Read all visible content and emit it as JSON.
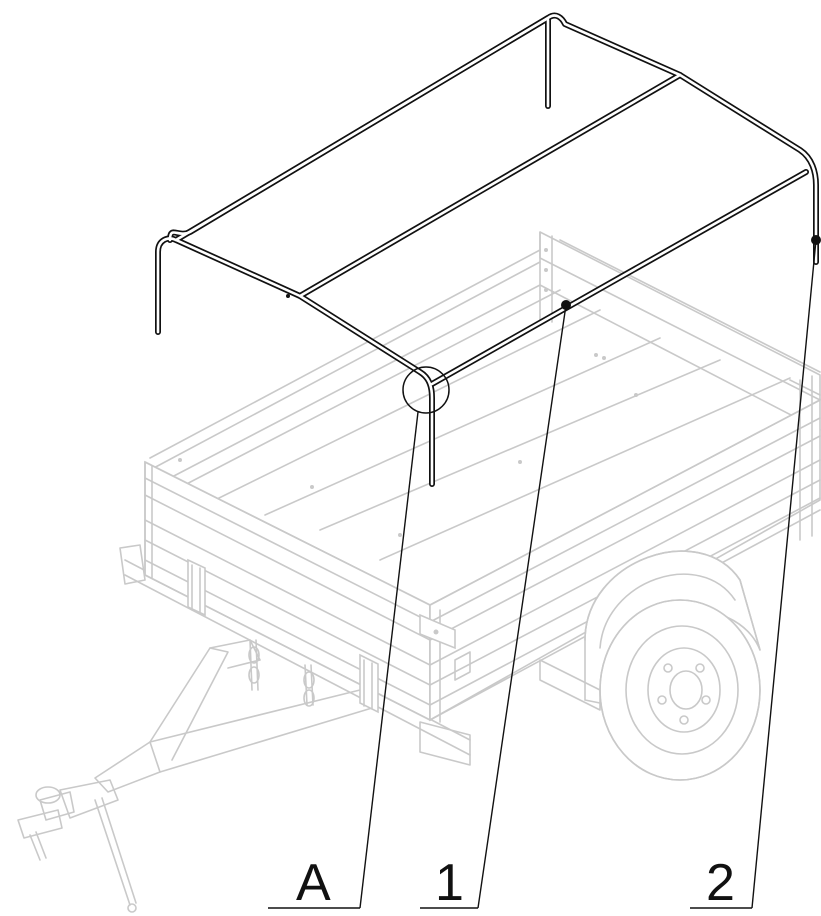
{
  "callouts": {
    "detail": "A",
    "item_1": "1",
    "item_2": "2"
  },
  "colors": {
    "frame": "#111111",
    "trailer_ghost": "#c9c9c9",
    "background": "#ffffff"
  }
}
